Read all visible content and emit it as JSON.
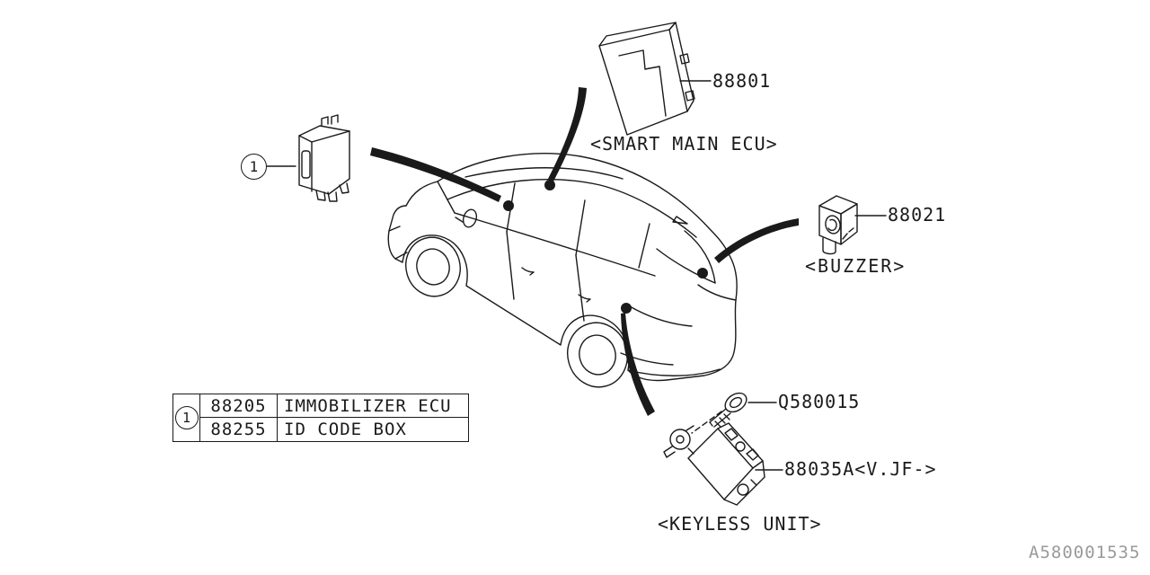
{
  "labels": {
    "smart_main_ecu_number": "88801",
    "smart_main_ecu_caption": "<SMART MAIN ECU>",
    "buzzer_number": "88021",
    "buzzer_caption": "<BUZZER>",
    "screw_number": "Q580015",
    "keyless_unit_number": "88035A<V.JF->",
    "keyless_unit_caption": "<KEYLESS UNIT>",
    "callout_ref": "1",
    "drawing_number": "A580001535"
  },
  "legend": {
    "ref": "1",
    "rows": [
      {
        "part_number": "88205",
        "part_name": "IMMOBILIZER ECU"
      },
      {
        "part_number": "88255",
        "part_name": "ID CODE BOX"
      }
    ]
  },
  "icons": [
    "location-dot",
    "leader-curve"
  ],
  "colors": {
    "line": "#1a1a1a",
    "drawing_number_text": "#9a9a9a",
    "background": "#ffffff"
  }
}
